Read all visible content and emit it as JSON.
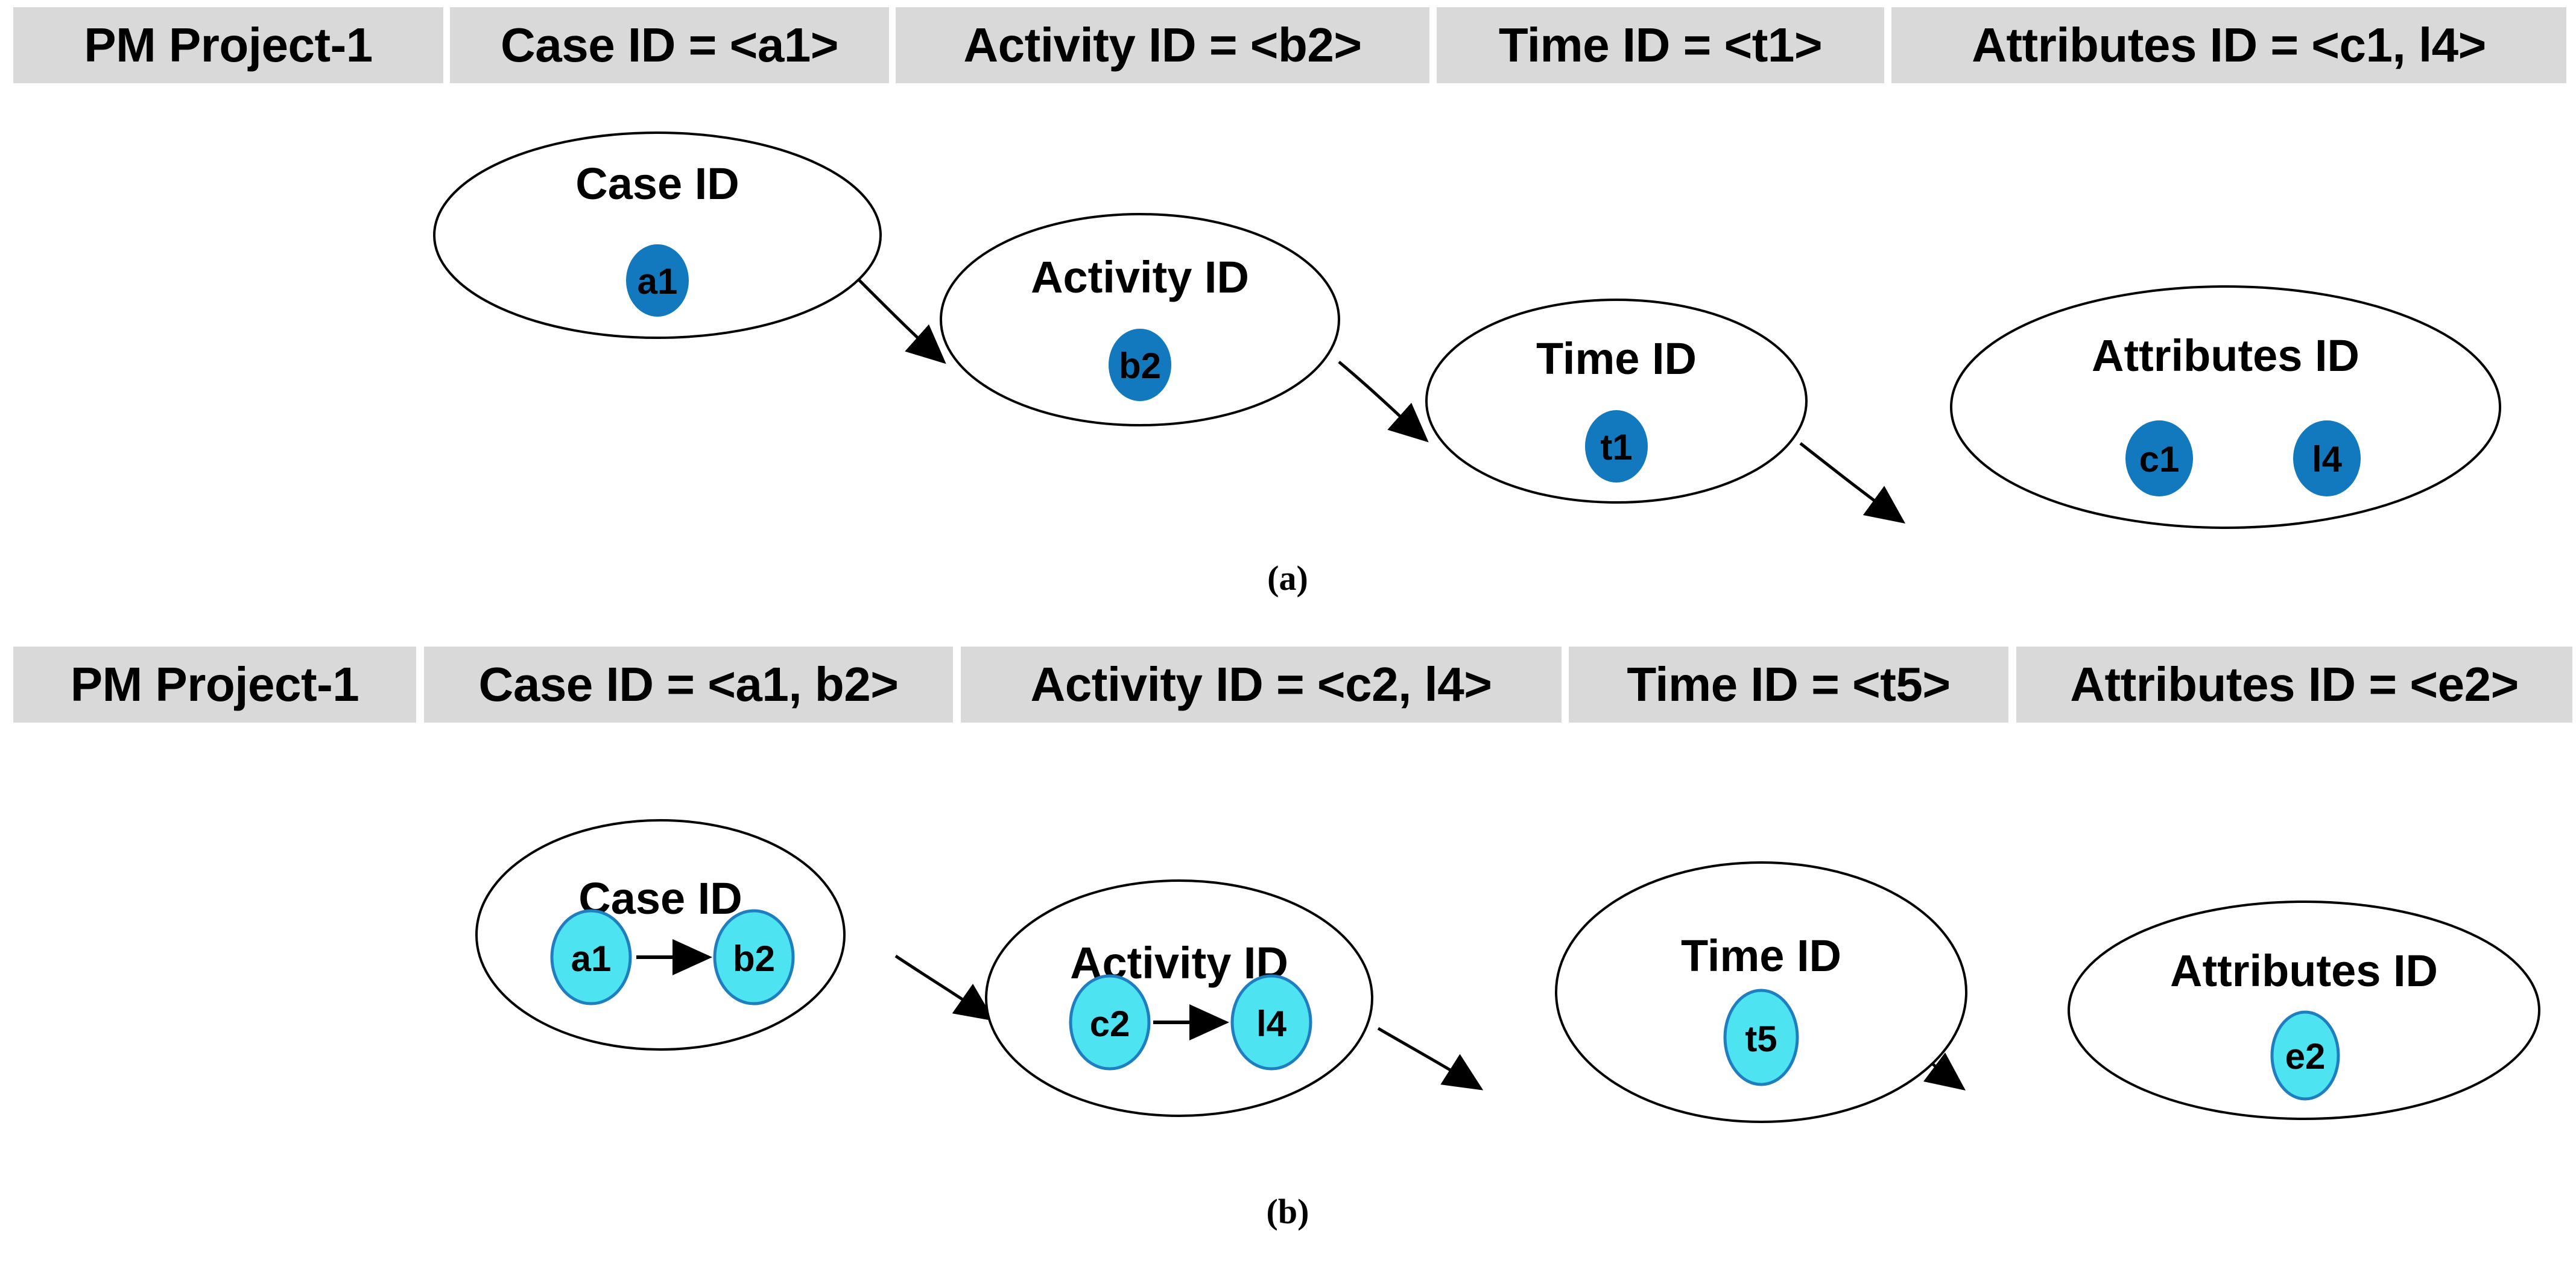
{
  "figure": {
    "caption_a": "(a)",
    "caption_b": "(b)",
    "colors": {
      "header_bg": "#D9D9D9",
      "node_fill_a": "#1279BE",
      "node_fill_b": "#4DE3F0",
      "node_stroke_b": "#1F7EC0",
      "ellipse_stroke": "#000000",
      "page_bg": "#FFFFFF"
    }
  },
  "panel_a": {
    "header": [
      {
        "label": "PM Project-1"
      },
      {
        "label": "Case ID = <a1>"
      },
      {
        "label": "Activity ID = <b2>"
      },
      {
        "label": "Time ID = <t1>"
      },
      {
        "label": "Attributes ID = <c1, l4>"
      }
    ],
    "nodes": [
      {
        "title": "Case ID",
        "items": [
          "a1"
        ]
      },
      {
        "title": "Activity ID",
        "items": [
          "b2"
        ]
      },
      {
        "title": "Time ID",
        "items": [
          "t1"
        ]
      },
      {
        "title": "Attributes ID",
        "items": [
          "c1",
          "l4"
        ]
      }
    ]
  },
  "panel_b": {
    "header": [
      {
        "label": "PM Project-1"
      },
      {
        "label": "Case ID = <a1, b2>"
      },
      {
        "label": "Activity ID = <c2, l4>"
      },
      {
        "label": "Time ID = <t5>"
      },
      {
        "label": "Attributes ID = <e2>"
      }
    ],
    "nodes": [
      {
        "title": "Case ID",
        "items": [
          "a1",
          "b2"
        ],
        "inner_arrow": true
      },
      {
        "title": "Activity ID",
        "items": [
          "c2",
          "l4"
        ],
        "inner_arrow": true
      },
      {
        "title": "Time ID",
        "items": [
          "t5"
        ],
        "inner_arrow": false
      },
      {
        "title": "Attributes ID",
        "items": [
          "e2"
        ],
        "inner_arrow": false
      }
    ]
  }
}
